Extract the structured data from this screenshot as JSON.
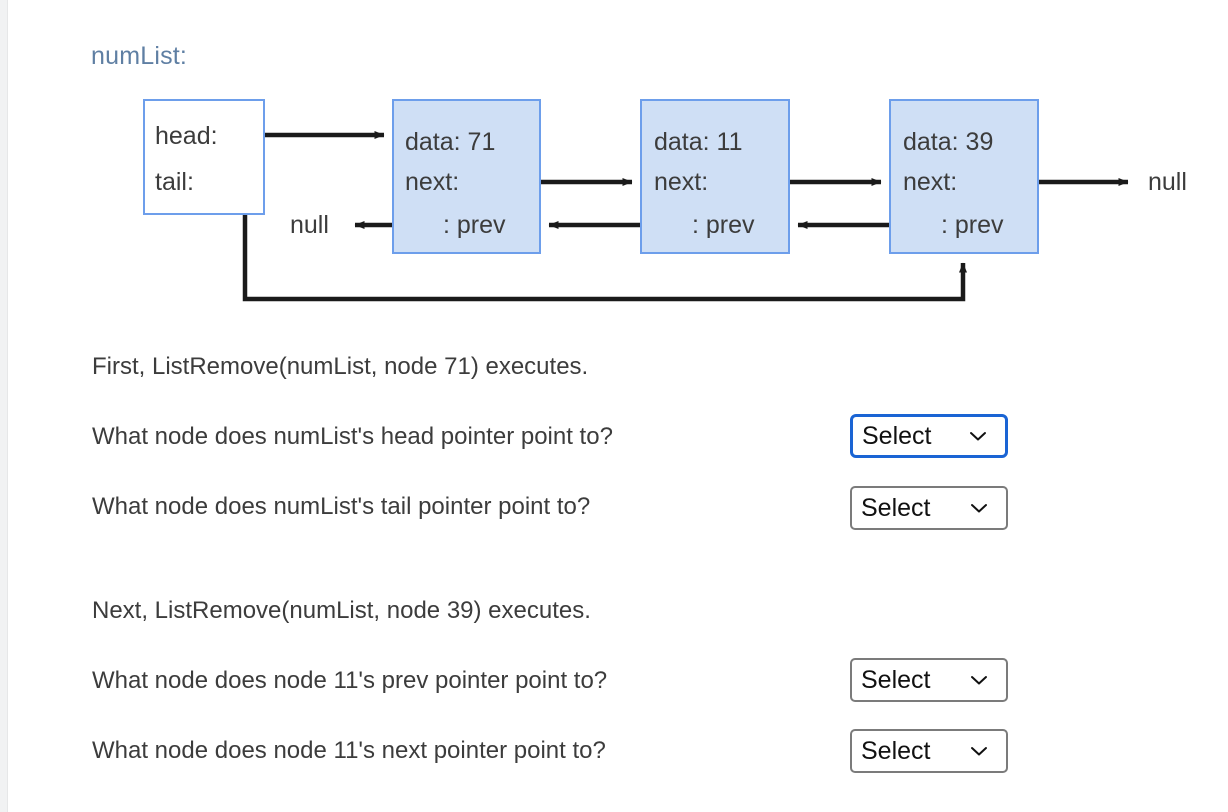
{
  "diagram": {
    "title": "numList:",
    "pointer_box": {
      "head_label": "head:",
      "tail_label": "tail:"
    },
    "nodes": [
      {
        "data_label": "data: 71",
        "next_label": "next:",
        "prev_label": ": prev"
      },
      {
        "data_label": "data: 11",
        "next_label": "next:",
        "prev_label": ": prev"
      },
      {
        "data_label": "data: 39",
        "next_label": "next:",
        "prev_label": ": prev"
      }
    ],
    "null_left": "null",
    "null_right": "null",
    "colors": {
      "node_fill": "#cfdff5",
      "node_border": "#6d9eeb",
      "title_text": "#5f7fa3",
      "arrow": "#1a1a1a"
    }
  },
  "steps": [
    {
      "statement": "First, ListRemove(numList, node 71) executes.",
      "questions": [
        {
          "text": "What node does numList's head pointer point to?",
          "select_value": "Select",
          "focused": true
        },
        {
          "text": "What node does numList's tail pointer point to?",
          "select_value": "Select",
          "focused": false
        }
      ]
    },
    {
      "statement": "Next, ListRemove(numList, node 39) executes.",
      "questions": [
        {
          "text": "What node does node 11's prev pointer point to?",
          "select_value": "Select",
          "focused": false
        },
        {
          "text": "What node does node 11's next pointer point to?",
          "select_value": "Select",
          "focused": false
        }
      ]
    }
  ]
}
